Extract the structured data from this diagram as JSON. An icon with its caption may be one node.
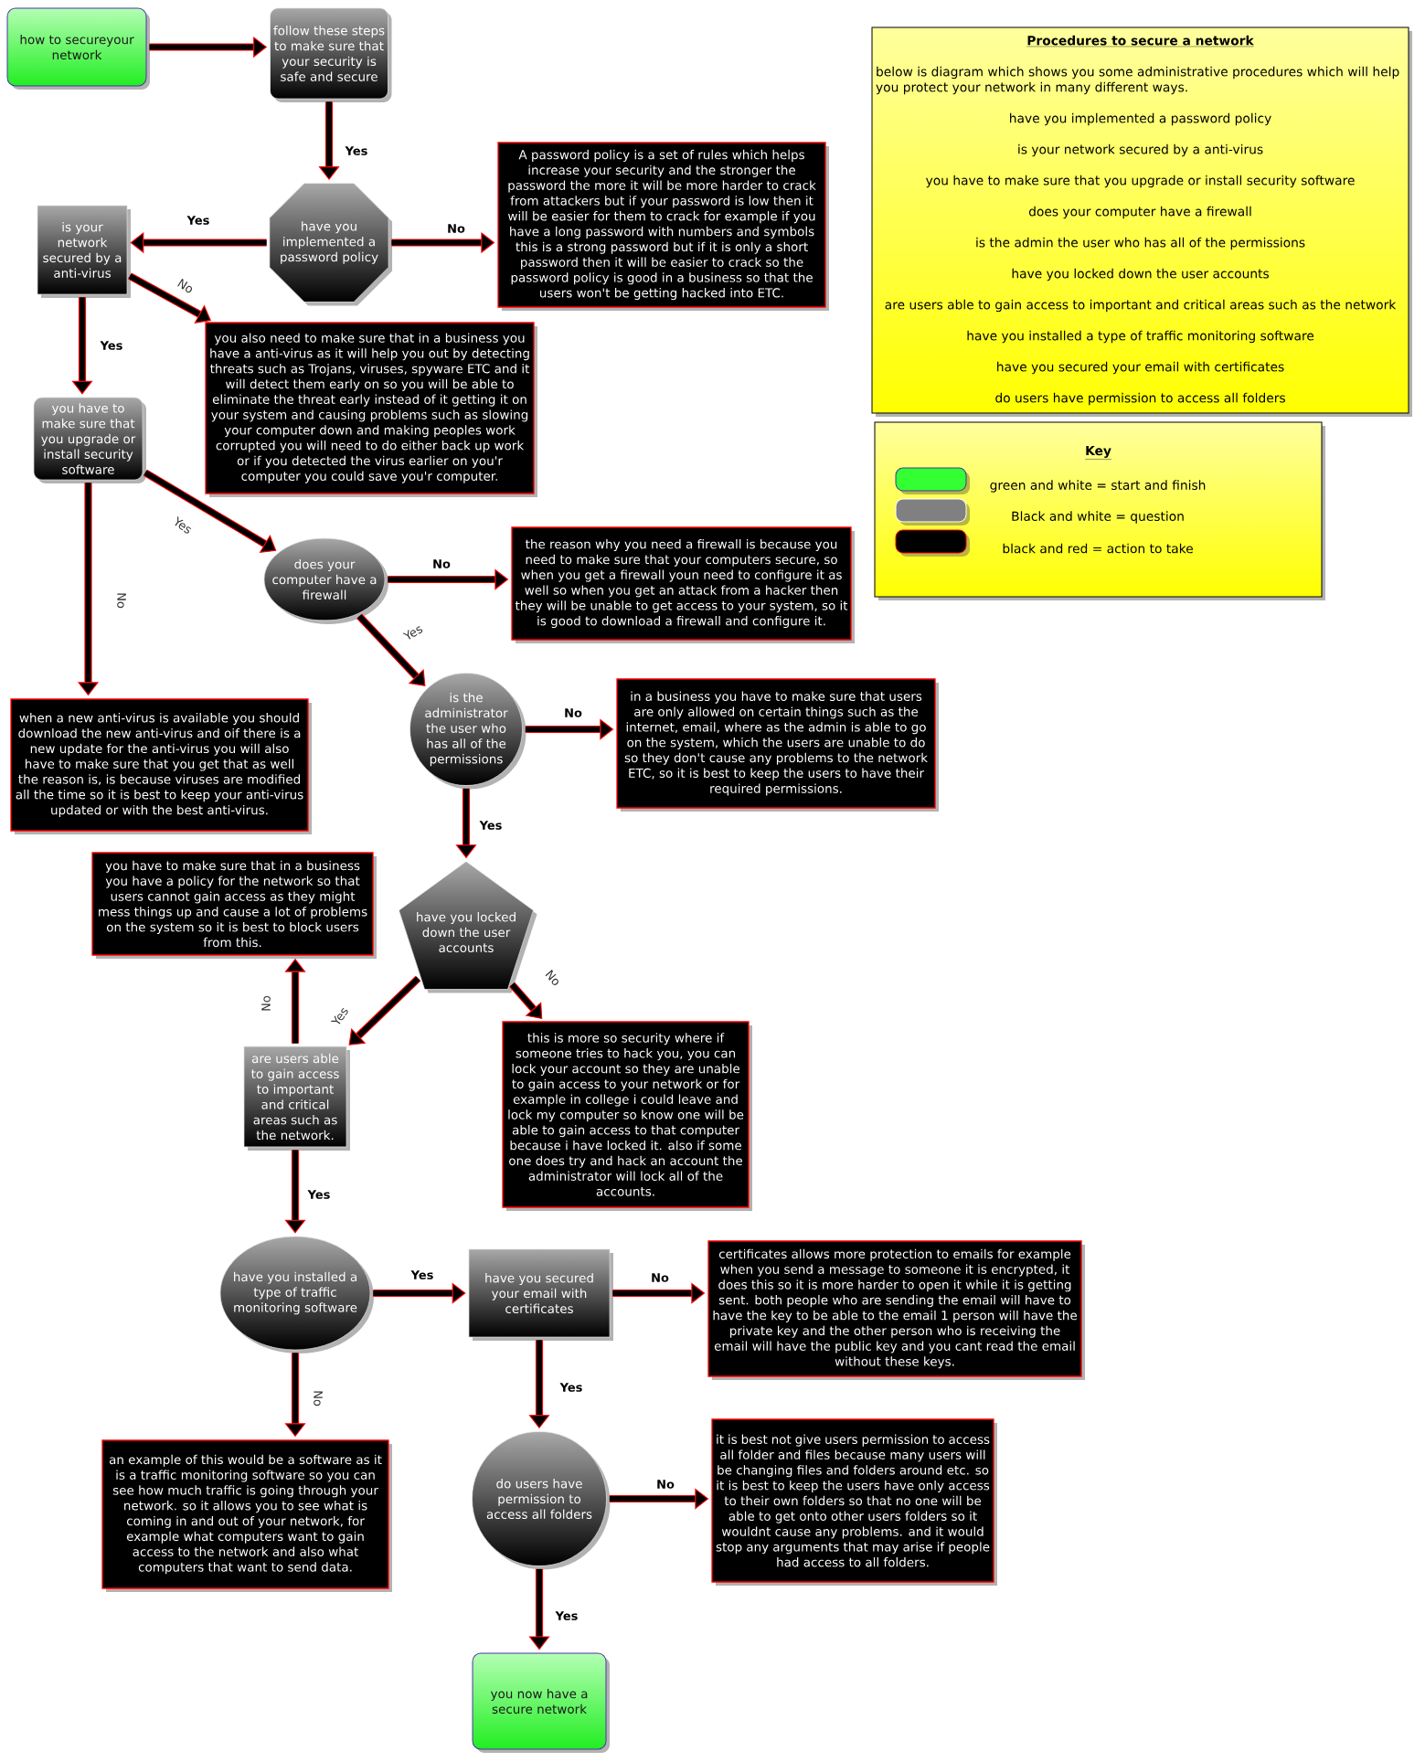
{
  "diagram": {
    "nodes": [
      {
        "text": [
          "how to secureyour network"
        ]
      },
      {
        "text": [
          "follow these steps to make sure that your security is safe and secure"
        ]
      },
      {
        "text": [
          "have you implemented a password policy"
        ]
      },
      {
        "text": [
          "A password policy is a set of rules which helps increase your security and the stronger the password the more it will be more harder to crack from attackers but if your password is low then it will be easier for them to crack for example if you have a long password with numbers and symbols this is a strong password but if it is only a short password then it will be easier to crack so the password policy is good in a business so that the users won't be getting hacked into ETC."
        ]
      },
      {
        "text": [
          "is your network secured by a anti-virus"
        ]
      },
      {
        "text": [
          "you also need to make sure that in a business you have a anti-virus as it will help you out by detecting threats such as Trojans, viruses, spyware ETC and it will detect them early on so you will be able to eliminate the threat early instead of it getting it on your system and causing problems such as slowing your computer down and making peoples work corrupted you will need to do either back up work or if you detected the virus earlier on you'r computer you could save you'r computer."
        ]
      },
      {
        "text": [
          "you have to make sure that you upgrade or install security software"
        ]
      },
      {
        "text": [
          "does your computer have a firewall"
        ]
      },
      {
        "text": [
          "the reason why you need a firewall is because you need to make sure that your computers secure, so when you get a firewall youn need to configure it as well so when you get an attack from a hacker then they will be unable to get access to your system, so it is good to download a firewall and configure it."
        ]
      },
      {
        "text": [
          "when a new anti-virus is available you should download the new anti-virus and oif there is a new update for the anti-virus you will also have to make sure that you get that as well the reason is, is because viruses are modified all the time so it is best to keep your anti-virus updated or with the best anti-virus."
        ]
      },
      {
        "text": [
          "is the administrator the user who has all of the permissions"
        ]
      },
      {
        "text": [
          "in a business you have to make sure that users are only allowed on certain things such as the internet, email, where as the admin is able to go on the system, which the users are unable to do so they don't cause any problems to the network ETC, so it is best to keep the users to have their required permissions."
        ]
      },
      {
        "text": [
          "have you locked down the user accounts"
        ]
      },
      {
        "text": [
          "you have to make sure that in a business you have a policy for the network so that users cannot gain access as they might mess things up and cause a lot of problems on the system so it is best to block users from this."
        ]
      },
      {
        "text": [
          "are users able to gain access to important and critical areas such as the network."
        ]
      },
      {
        "text": [
          "this is more so security where if someone tries to hack you, you can lock your account so they are unable to gain access to your network or for example in college i could leave and lock my computer so know one will be able to gain access to that computer because i have locked it. also if some one does try and hack an account the administrator will lock all of the accounts."
        ]
      },
      {
        "text": [
          "have you installed a type of traffic monitoring software"
        ]
      },
      {
        "text": [
          "have you secured your email with certificates"
        ]
      },
      {
        "text": [
          "certificates allows more protection to emails for example when you send a message to someone it is encrypted, it does this so it is more harder to open it while it is getting sent. both people who are sending the email will have to have the key to be able to the email 1 person will have the private key and the other person who is receiving the email will have the public key and you cant read the email without these keys."
        ]
      },
      {
        "text": [
          "an example of this would be a software as it is a traffic monitoring software so you can see how much traffic is going through your network. so it allows you to see what is coming in and out of your network, for example what computers want to gain access to the network and also what computers that want to send data."
        ]
      },
      {
        "text": [
          "do users have permission to access all folders"
        ]
      },
      {
        "text": [
          "it is best not give users permission to access all folder and files because many users will be changing files and folders around etc. so it is best to keep the users have only access to their own folders so that no one will be able to get onto other users folders so it wouldnt cause any problems. and it would stop any arguments that may arise if people had access to all folders."
        ]
      },
      {
        "text": [
          "you now have a secure network"
        ]
      },
      {
        "text": [
          "Procedures to secure a network",
          "below is diagram which shows you some administrative procedures which will help you protect your network in many different ways.",
          "have you implemented a password policy",
          "is your network secured by a anti-virus",
          "you have to make sure that you upgrade or install security software",
          "does your computer have a firewall",
          "is the admin the user who has all of the permissions",
          "have you locked down the user accounts",
          "are users able to gain access to important and critical areas such as the network",
          "have you installed a type of traffic monitoring software",
          "have you secured your email with certificates",
          "do users have permission to access all folders"
        ]
      },
      {
        "text": [
          "Key"
        ]
      }
    ],
    "edges": [
      {
        "from": 0,
        "to": 1,
        "arrow": "to"
      },
      {
        "from": 1,
        "to": 2,
        "arrow": "to",
        "label": "Yes"
      },
      {
        "from": 2,
        "to": 4,
        "arrow": "to",
        "label": "Yes"
      },
      {
        "from": 2,
        "to": 3,
        "arrow": "to",
        "label": "No"
      },
      {
        "from": 4,
        "to": 5,
        "arrow": "to",
        "label": "No"
      },
      {
        "from": 4,
        "to": 6,
        "arrow": "to",
        "label": "Yes"
      },
      {
        "from": 6,
        "to": 7,
        "arrow": "to",
        "label": "Yes"
      },
      {
        "from": 6,
        "to": 9,
        "arrow": "to",
        "label": "No"
      },
      {
        "from": 7,
        "to": 8,
        "arrow": "to",
        "label": "No"
      },
      {
        "from": 7,
        "to": 10,
        "arrow": "to",
        "label": "Yes"
      },
      {
        "from": 10,
        "to": 11,
        "arrow": "to",
        "label": "No"
      },
      {
        "from": 10,
        "to": 12,
        "arrow": "to",
        "label": "Yes"
      },
      {
        "from": 12,
        "to": 15,
        "arrow": "to",
        "label": "No"
      },
      {
        "from": 12,
        "to": 14,
        "arrow": "to",
        "label": "Yes"
      },
      {
        "from": 14,
        "to": 13,
        "arrow": "to",
        "label": "No"
      },
      {
        "from": 14,
        "to": 16,
        "arrow": "to",
        "label": "Yes"
      },
      {
        "from": 16,
        "to": 17,
        "arrow": "to",
        "label": "Yes"
      },
      {
        "from": 17,
        "to": 18,
        "arrow": "to",
        "label": "No"
      },
      {
        "from": 16,
        "to": 19,
        "arrow": "to",
        "label": "No"
      },
      {
        "from": 17,
        "to": 20,
        "arrow": "to",
        "label": "Yes"
      },
      {
        "from": 20,
        "to": 21,
        "arrow": "to",
        "label": "No"
      },
      {
        "from": 20,
        "to": 22,
        "arrow": "to",
        "label": "Yes"
      }
    ],
    "legend": [
      {
        "text": "green and white = start and finish",
        "color": "#33ff33"
      },
      {
        "text": "Black and white = question",
        "color": "#808080"
      },
      {
        "text": "black and red = action to take",
        "color": "#000000"
      }
    ]
  }
}
